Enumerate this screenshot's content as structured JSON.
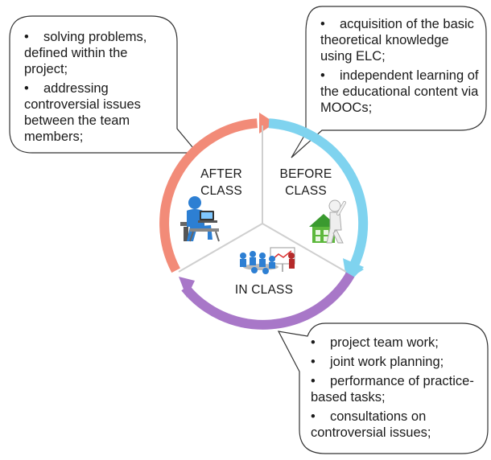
{
  "phases": {
    "after": {
      "line1": "AFTER",
      "line2": "CLASS",
      "color": "#f28b78"
    },
    "before": {
      "line1": "BEFORE",
      "line2": "CLASS",
      "color": "#7fd3ef"
    },
    "in": {
      "label": "IN CLASS",
      "color": "#a877c8"
    }
  },
  "callouts": {
    "after": {
      "items": [
        "solving problems, defined within the project;",
        "addressing controversial issues between the team members;"
      ]
    },
    "before": {
      "items": [
        "acquisition of the basic theoretical knowledge using ELC;",
        "independent learning of the educational content via MOOCs;"
      ]
    },
    "in": {
      "items": [
        "project team work;",
        "joint work planning;",
        "performance of practice-based tasks;",
        "consultations on controversial issues;"
      ]
    }
  },
  "icons": {
    "after": "person-at-laptop-icon",
    "before": "person-with-house-icon",
    "in": "team-meeting-icon"
  }
}
